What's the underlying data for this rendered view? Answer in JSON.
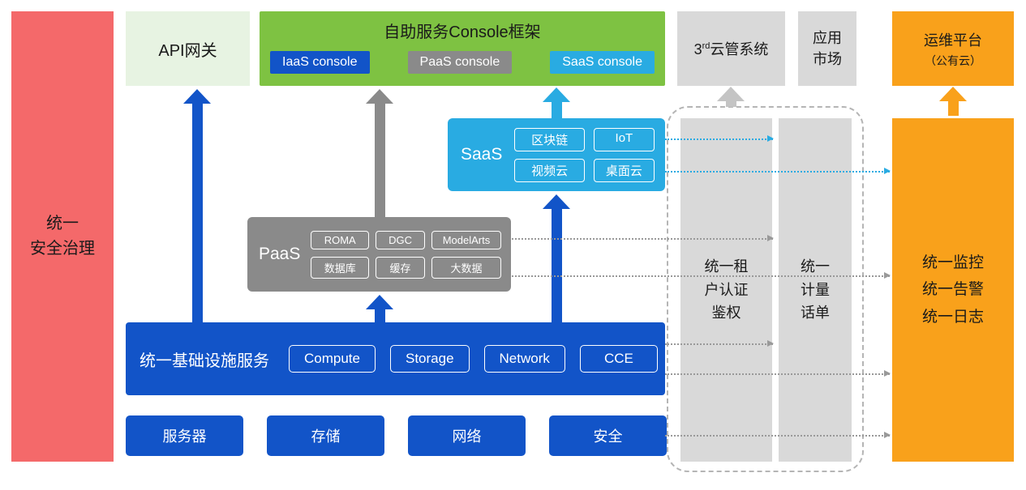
{
  "palette": {
    "red": "#f4696a",
    "lightgreen": "#e7f3e2",
    "green": "#7ec242",
    "blue": "#1254c8",
    "gray": "#8a8a8a",
    "graylight": "#d9d9d9",
    "cyan": "#29abe2",
    "orange": "#f9a11b",
    "dashgray": "#999999",
    "dashborder": "#b5b5b5",
    "arrowgray": "#c4c4c4"
  },
  "security_bar": {
    "lines": [
      "统一",
      "安全治理"
    ]
  },
  "api_gateway": {
    "label": "API网关"
  },
  "console_frame": {
    "title": "自助服务Console框架",
    "items": [
      "IaaS console",
      "PaaS console",
      "SaaS console"
    ]
  },
  "third_party_cloud": {
    "base": "3",
    "sup": "rd",
    "rest": "云管系统"
  },
  "app_market": {
    "lines": [
      "应用",
      "市场"
    ]
  },
  "ops_platform": {
    "lines": [
      "运维平台",
      "（公有云）"
    ]
  },
  "saas": {
    "label": "SaaS",
    "items": [
      "区块链",
      "IoT",
      "视频云",
      "桌面云"
    ]
  },
  "paas": {
    "label": "PaaS",
    "items": [
      "ROMA",
      "DGC",
      "ModelArts",
      "数据库",
      "缓存",
      "大数据"
    ]
  },
  "infra": {
    "label": "统一基础设施服务",
    "items": [
      "Compute",
      "Storage",
      "Network",
      "CCE"
    ]
  },
  "hardware": {
    "items": [
      "服务器",
      "存储",
      "网络",
      "安全"
    ]
  },
  "tenant_auth": {
    "lines": [
      "统一租",
      "户认证",
      "鉴权"
    ]
  },
  "metering": {
    "lines": [
      "统一",
      "计量",
      "话单"
    ]
  },
  "monitoring": {
    "lines": [
      "统一监控",
      "统一告警",
      "统一日志"
    ]
  }
}
